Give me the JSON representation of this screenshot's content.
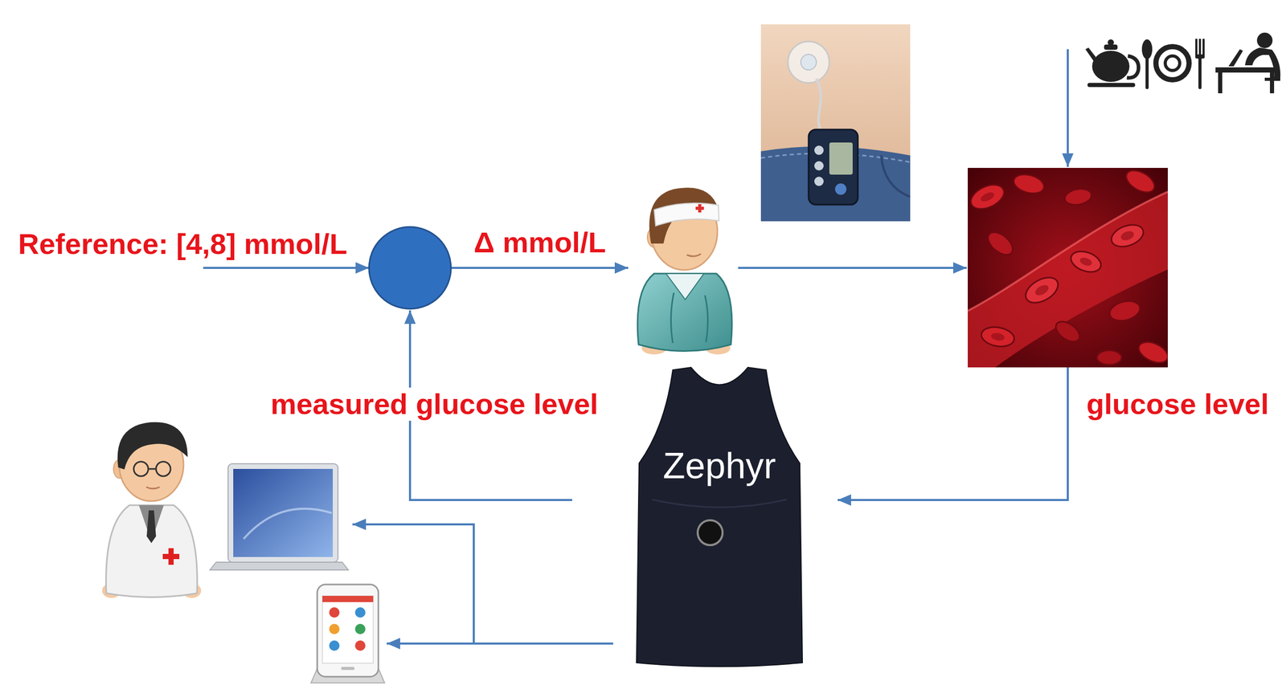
{
  "diagram": {
    "nodes": [
      {
        "text": [
          "Zephyr"
        ]
      }
    ],
    "labels": [
      "Reference: [4,8] mmol/L",
      "Δ mmol/L",
      "measured glucose level",
      "glucose level"
    ]
  }
}
